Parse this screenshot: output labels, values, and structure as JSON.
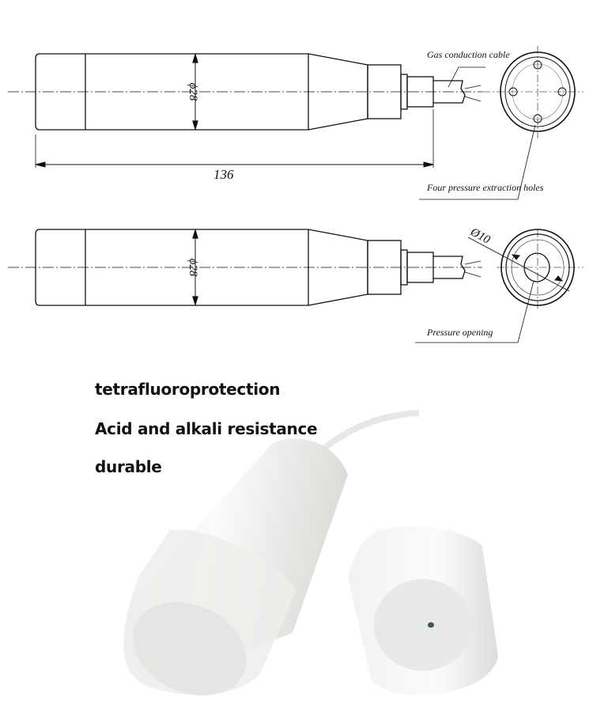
{
  "drawing_top": {
    "diameter_label": "ϕ28",
    "length_label": "136",
    "callout_cable": "Gas conduction cable",
    "callout_holes": "Four pressure extraction holes"
  },
  "drawing_bottom": {
    "diameter_label": "ϕ28",
    "opening_diameter_label": "Ø10",
    "callout_opening": "Pressure opening"
  },
  "features": [
    "tetrafluoroprotection",
    "Acid and alkali resistance",
    "durable"
  ],
  "colors": {
    "line": "#111111",
    "ptfe": "#f3f4f2"
  }
}
